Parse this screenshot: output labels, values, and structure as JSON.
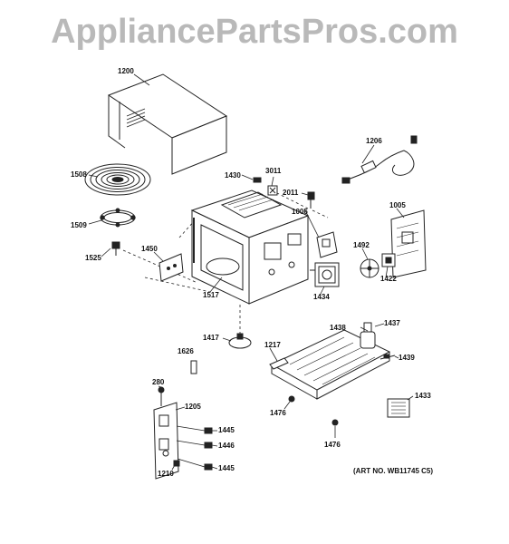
{
  "watermark": "AppliancePartsPros.com",
  "art_number": "(ART NO. WB11745 C5)",
  "part_labels": [
    "1200",
    "1508",
    "1509",
    "1525",
    "1450",
    "1517",
    "1430",
    "3011",
    "2011",
    "1006",
    "1206",
    "1005",
    "1492",
    "1422",
    "1434",
    "1417",
    "1626",
    "1217",
    "1438",
    "1437",
    "1439",
    "1433",
    "280",
    "1205",
    "1445",
    "1446",
    "1210",
    "1476"
  ],
  "colors": {
    "watermark": "#b9b9b9",
    "ink": "#111111"
  }
}
